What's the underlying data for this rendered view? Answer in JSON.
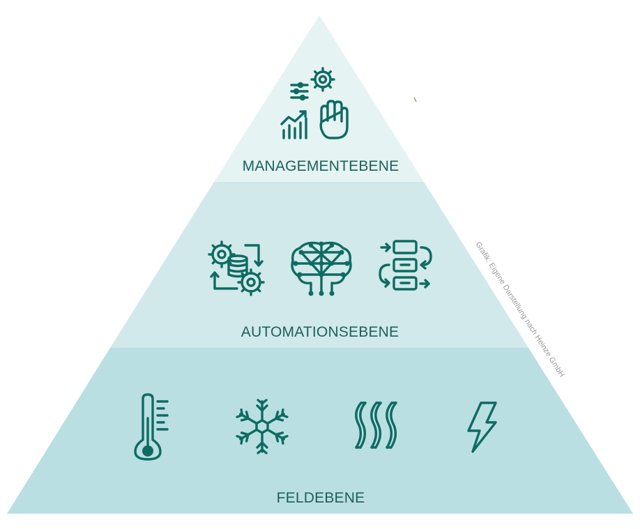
{
  "levels": [
    {
      "label": "MANAGEMENTEBENE",
      "icons": [
        "sliders-icon",
        "gear-icon",
        "trend-chart-icon",
        "hand-icon"
      ]
    },
    {
      "label": "AUTOMATIONSEBENE",
      "icons": [
        "gears-database-icon",
        "neural-brain-icon",
        "workflow-icon"
      ]
    },
    {
      "label": "FELDEBENE",
      "icons": [
        "thermometer-icon",
        "snowflake-icon",
        "heat-waves-icon",
        "lightning-icon"
      ]
    }
  ],
  "credit": "Grafik: Eigene Darstellung nach Heinze GmbH",
  "colors": {
    "accent": "#0e6b62",
    "text": "#1c5f5c",
    "tier_top": "#e5f3f3",
    "tier_middle": "#d1e9ea",
    "tier_bottom": "#badfe2",
    "credit": "#9a9a9a"
  }
}
